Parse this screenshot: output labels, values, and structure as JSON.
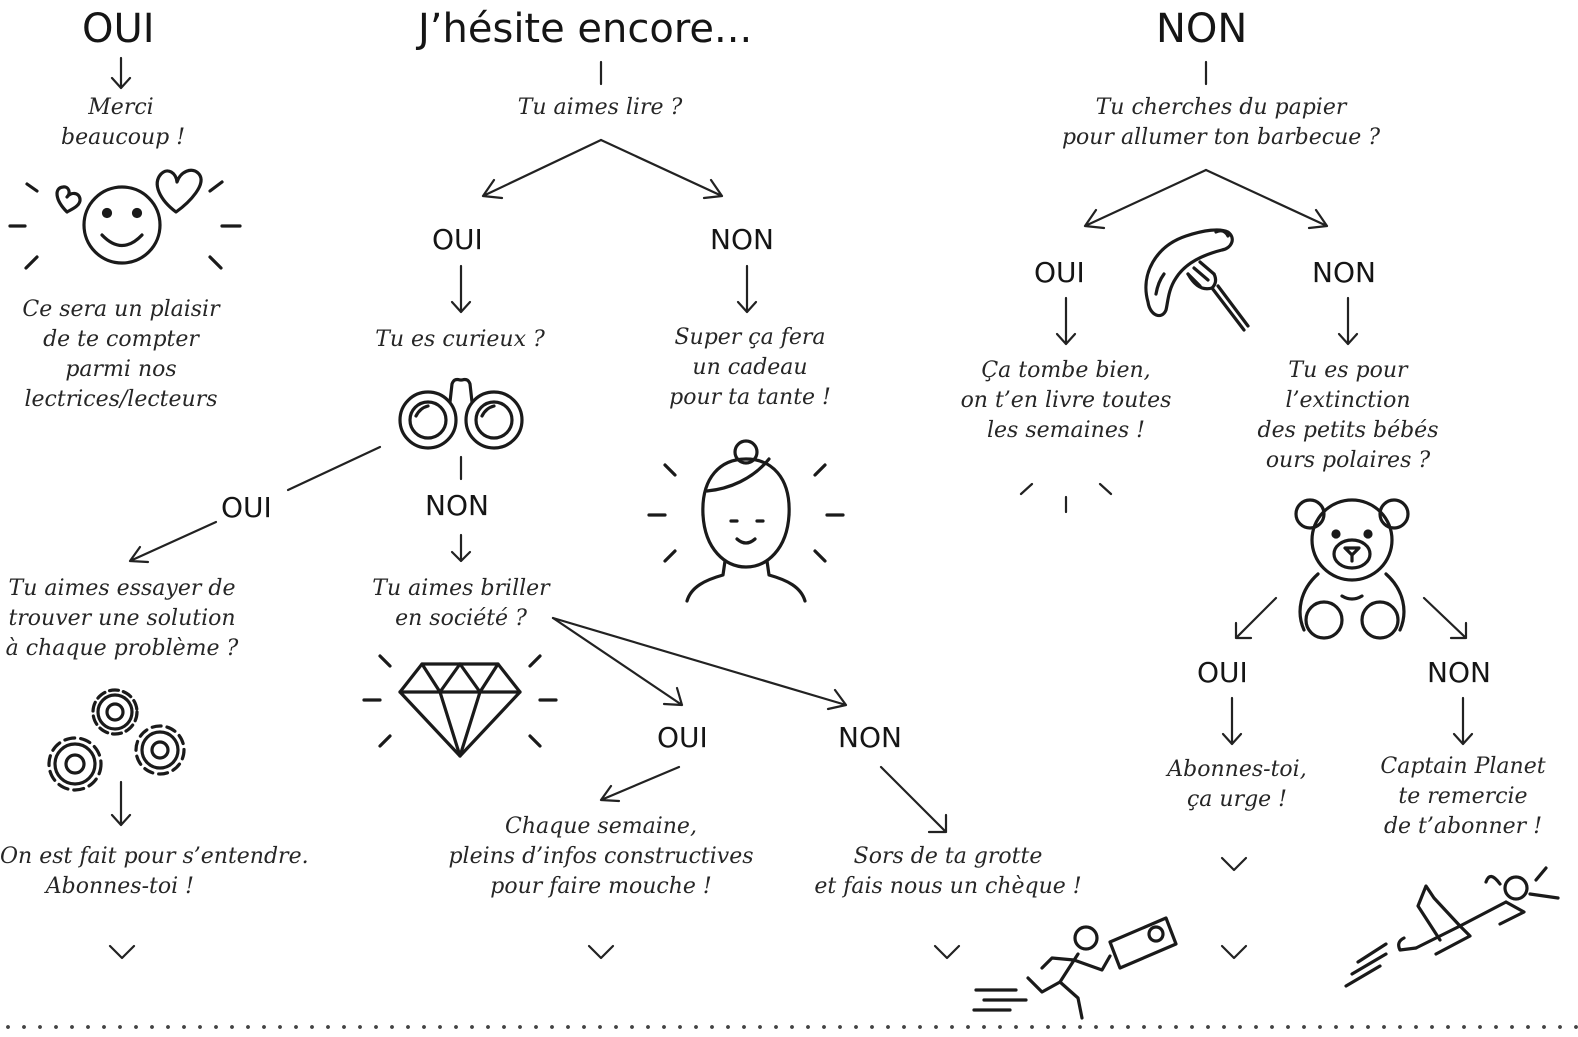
{
  "headings": {
    "oui": "OUI",
    "hesite": "J’hésite encore...",
    "non": "NON"
  },
  "oui_branch": {
    "merci": [
      "Merci",
      "beaucoup !"
    ],
    "plaisir": [
      "Ce sera un plaisir",
      "de te compter",
      "parmi nos",
      "lectrices/lecteurs"
    ]
  },
  "hesite_branch": {
    "q_lire": "Tu aimes lire ?",
    "lire_oui": "OUI",
    "lire_non": "NON",
    "q_curieux": "Tu es curieux ?",
    "super": [
      "Super ça fera",
      "un cadeau",
      "pour ta tante !"
    ],
    "curieux_oui": "OUI",
    "curieux_non": "NON",
    "q_essayer": [
      "Tu aimes essayer de",
      "trouver une solution",
      "à chaque problème ?"
    ],
    "entendre": [
      "On est fait pour s’entendre.",
      "Abonnes-toi !"
    ],
    "q_briller": [
      "Tu aimes briller",
      "en société ?"
    ],
    "briller_oui": "OUI",
    "briller_non": "NON",
    "chaque_semaine": [
      "Chaque semaine,",
      "pleins d’infos constructives",
      "pour faire mouche !"
    ],
    "grotte": [
      "Sors de ta grotte",
      "et fais nous un chèque !"
    ]
  },
  "non_branch": {
    "q_papier": [
      "Tu cherches du papier",
      "pour allumer ton barbecue ?"
    ],
    "papier_oui": "OUI",
    "papier_non": "NON",
    "tombe": [
      "Ça tombe bien,",
      "on t’en livre toutes",
      "les semaines !"
    ],
    "q_ours": [
      "Tu es pour",
      "l’extinction",
      "des petits bébés",
      "ours polaires ?"
    ],
    "ours_oui": "OUI",
    "ours_non": "NON",
    "urge": [
      "Abonnes-toi,",
      "ça urge !"
    ],
    "captain": [
      "Captain Planet",
      "te remercie",
      "de t’abonner !"
    ]
  },
  "icons": [
    "smiley-hearts-icon",
    "binoculars-icon",
    "woman-face-icon",
    "gears-icon",
    "diamond-icon",
    "sausage-fork-icon",
    "teddy-bear-icon",
    "running-man-check-icon",
    "flying-superhero-icon"
  ],
  "colors": {
    "ink": "#1a1a1a",
    "background": "#ffffff"
  }
}
